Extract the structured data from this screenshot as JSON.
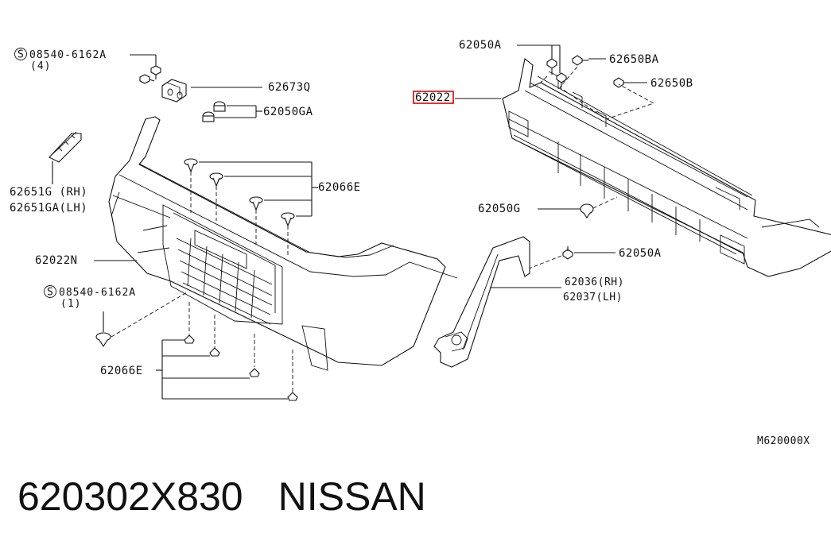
{
  "labels": {
    "s_bolt_top": "08540-6162A",
    "s_bolt_top_qty": "(4)",
    "bracket_62673Q": "62673Q",
    "clip_62050GA": "62050GA",
    "clip_62066E_upper": "62066E",
    "side_62651G": "62651G (RH)",
    "side_62651GA": "62651GA(LH)",
    "bumper_62022N": "62022N",
    "s_bolt_bottom": "08540-6162A",
    "s_bolt_bottom_qty": "(1)",
    "clip_62066E_lower": "62066E",
    "bolt_62050A_top": "62050A",
    "armature_62022": "62022",
    "bolt_62650BA": "62650BA",
    "bolt_62650B": "62650B",
    "clip_62050G": "62050G",
    "bolt_62050A_right": "62050A",
    "stay_62036": "62036(RH)",
    "stay_62037": "62037(LH)",
    "diagram_ref": "M620000X"
  },
  "s_symbol": "S",
  "caption": {
    "part_number": "620302X830",
    "brand": "NISSAN"
  },
  "colors": {
    "line": "#111111",
    "highlight": "#e00000",
    "background": "#ffffff"
  }
}
